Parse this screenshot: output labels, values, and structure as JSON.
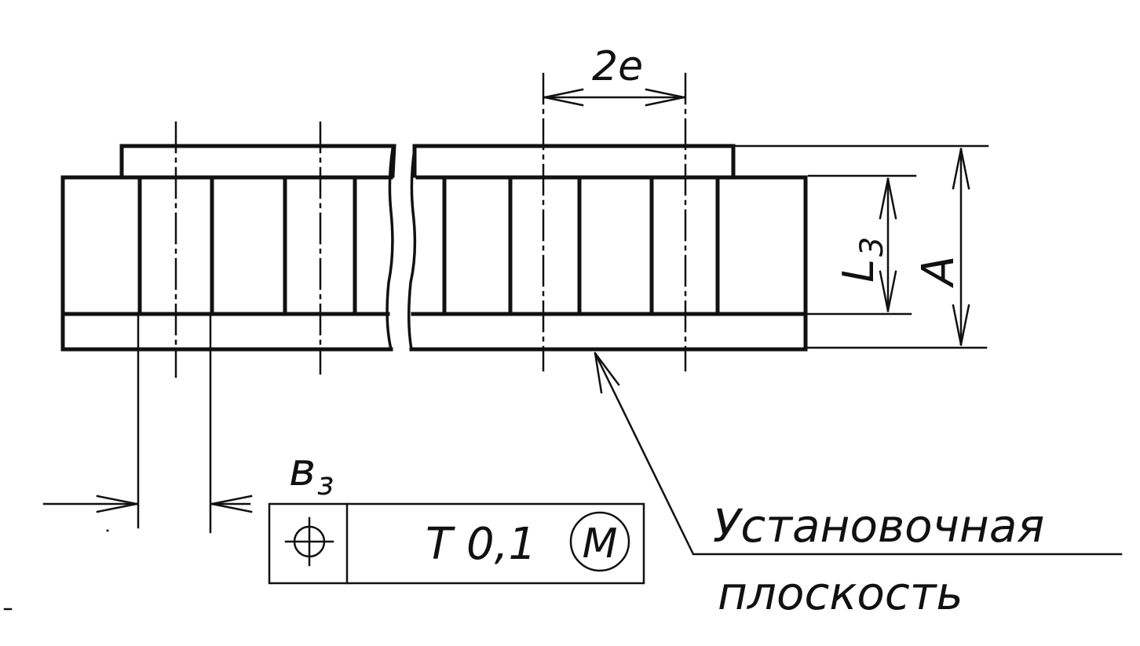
{
  "labels": {
    "dim_2e": "2e",
    "dim_L3_main": "L",
    "dim_L3_sub": "3",
    "dim_A": "A",
    "dim_b3_main": "в",
    "dim_b3_sub": "з",
    "tolerance_symbol": "position-icon",
    "tolerance_value": "T 0,1",
    "tolerance_modifier": "M",
    "note_line1": "Установочная",
    "note_line2": "плоскость"
  },
  "colors": {
    "ink": "#111111",
    "paper": "#ffffff"
  }
}
